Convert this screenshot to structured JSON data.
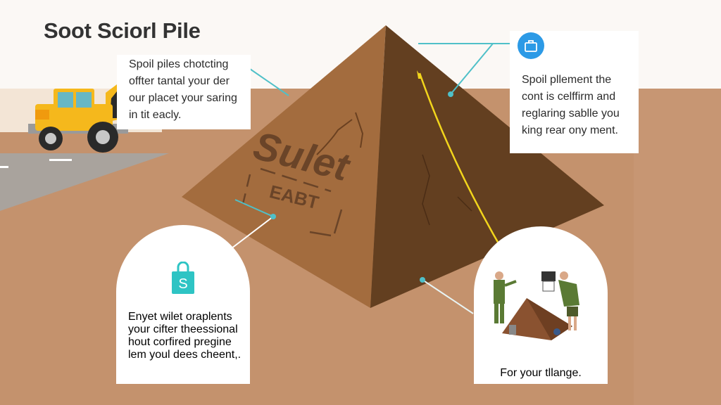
{
  "title": "Soot Sciorl Pile",
  "pyramid": {
    "label_main": "Sulet",
    "label_sub": "EABT"
  },
  "callouts": {
    "top_left": {
      "lines": [
        "Spoil piles chotcting",
        "offter tantal your der",
        "our placet your saring",
        "in tit eacly."
      ]
    },
    "top_right": {
      "icon": "briefcase-icon",
      "lines": [
        "Spoil pllement the",
        "cont is celffirm and",
        "reglaring sablle you",
        "king rear ony ment."
      ]
    },
    "bottom_left": {
      "icon": "shopping-bag-icon",
      "icon_letter": "S",
      "lines": [
        "Enyet wilet oraplents",
        "your cifter theessional",
        "hout corfired pregine",
        "lem youl dees cheent,."
      ]
    },
    "bottom_right": {
      "illustration": "workers-inspecting-pile",
      "caption": "For your tllange."
    }
  },
  "colors": {
    "ground": "#c49574",
    "pyramid_light": "#a8703f",
    "pyramid_dark": "#603e20",
    "accent_teal": "#4fc0c8",
    "accent_yellow": "#f2d51c",
    "icon_blue": "#2c9ae6",
    "icon_teal": "#2ec4c4",
    "truck_yellow": "#f5b81c"
  }
}
